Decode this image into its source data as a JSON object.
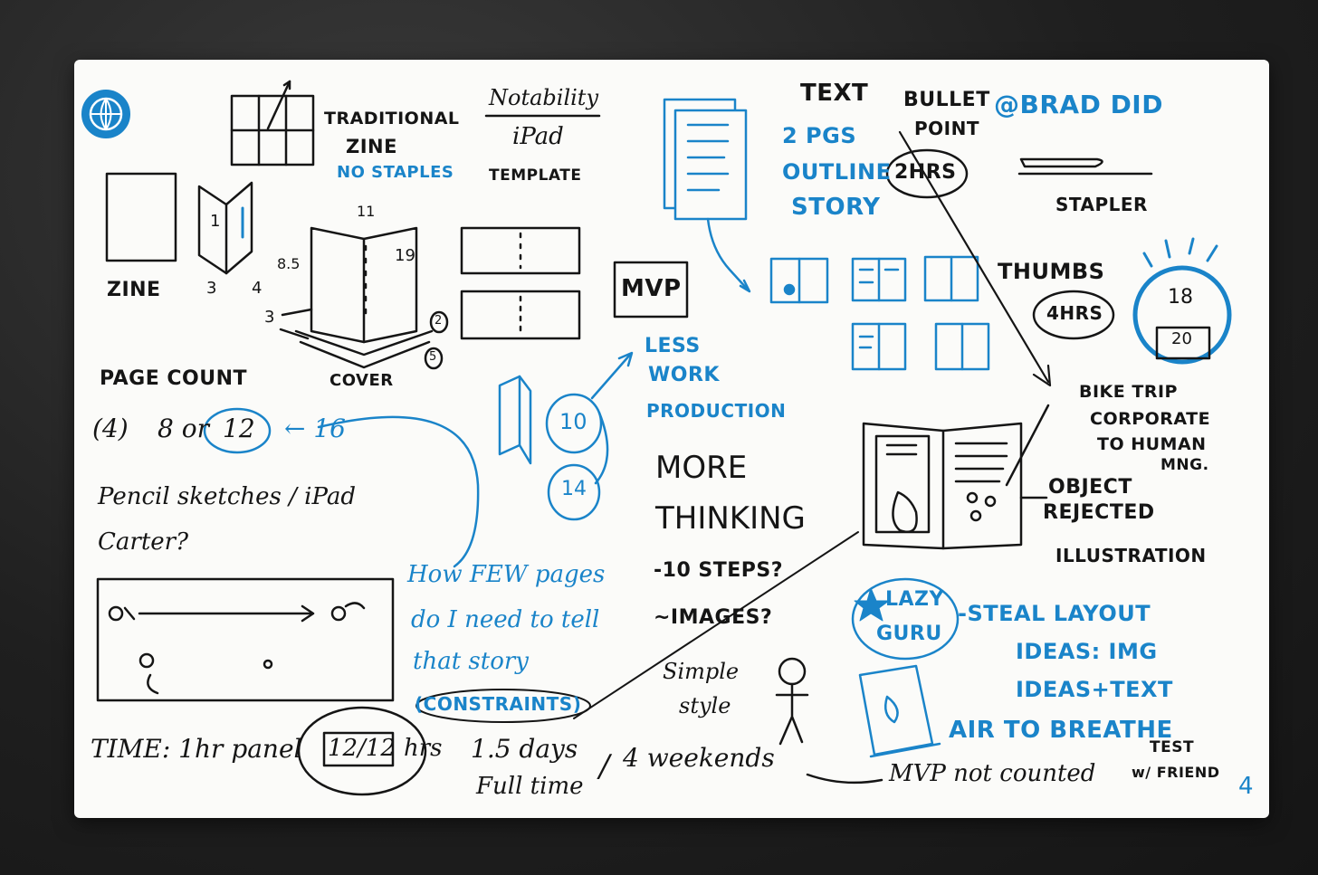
{
  "notes": {
    "traditional": "TRADITIONAL",
    "zine_word": "ZINE",
    "no_staples": "NO STAPLES",
    "notability": "Notability",
    "ipad": "iPad",
    "template": "TEMPLATE",
    "text": "TEXT",
    "bullet": "BULLET",
    "point": "POINT",
    "brad_did": "@BRAD DID",
    "pgs": "2 PGS",
    "outline": "OUTLINE",
    "story": "STORY",
    "two_hrs": "2HRS",
    "stapler": "STAPLER",
    "zine_label": "ZINE",
    "num_3a": "3",
    "num_4": "4",
    "num_85": "8.5",
    "num_11": "11",
    "num_1": "1",
    "num_3b": "3",
    "num_2": "2",
    "num_5": "5",
    "num_19": "19",
    "cover": "COVER",
    "mvp_box": "MVP",
    "thumbs": "THUMBS",
    "four_hrs": "4HRS",
    "num_18": "18",
    "num_20": "20",
    "less": "LESS",
    "work": "WORK",
    "production": "PRODUCTION",
    "page_count": "PAGE COUNT",
    "count_4": "(4)",
    "count_8or": "8 or",
    "count_12": "12",
    "count_16": "← 16",
    "ten": "10",
    "fourteen": "14",
    "more": "MORE",
    "thinking": "THINKING",
    "steps": "-10 STEPS?",
    "images": "~IMAGES?",
    "bike": "BIKE TRIP",
    "corporate": "CORPORATE",
    "to_human": "TO HUMAN",
    "mng": "MNG.",
    "object": "OBJECT",
    "rejected": "REJECTED",
    "illustration": "ILLUSTRATION",
    "pencil": "Pencil sketches / iPad",
    "carter": "Carter?",
    "how_few": "How FEW pages",
    "do_i_need": "do I need to tell",
    "that_story": "that story",
    "constraints": "(CONSTRAINTS)",
    "simple": "Simple",
    "style": "style",
    "lazy": "LAZY",
    "guru": "GURU",
    "steal": "-STEAL LAYOUT",
    "ideas_img": "IDEAS: IMG",
    "ideas_text": "IDEAS+TEXT",
    "air": "AIR TO BREATHE",
    "time": "TIME: 1hr panel",
    "time_12": "12/12",
    "hrs": "hrs",
    "days": "1.5 days",
    "fulltime": "Full time",
    "slash": "/",
    "weekends": "4 weekends",
    "mvp_not": "MVP not counted",
    "test": "TEST",
    "w_friend": "w/ FRIEND",
    "page_num": "4"
  },
  "colors": {
    "ink_black": "#151515",
    "ink_blue": "#1a84c9",
    "card": "#fbfbf9",
    "background": "#1f1f1f"
  },
  "icons": [
    "globe-icon",
    "stick-figure-icon",
    "stapler-icon",
    "arrow-icon"
  ]
}
